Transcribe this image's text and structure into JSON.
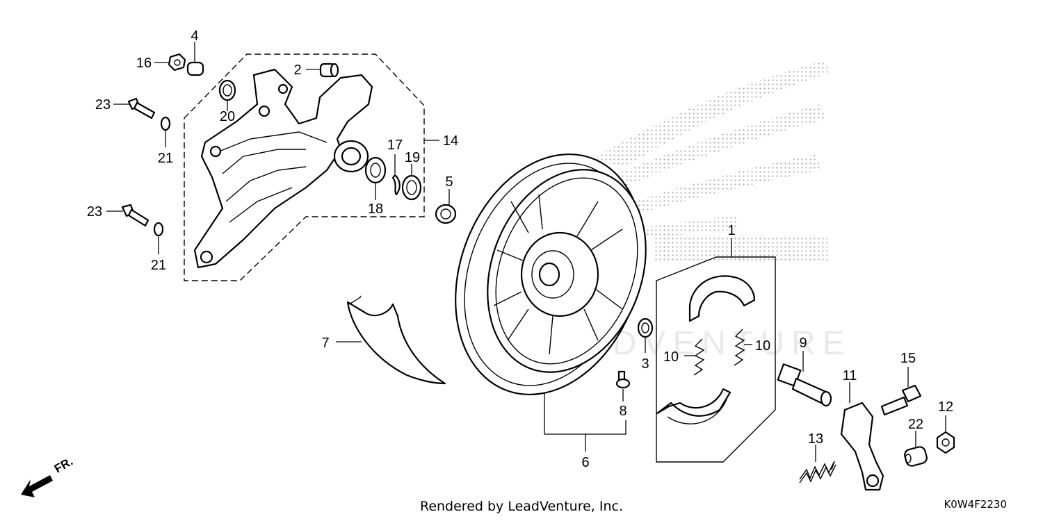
{
  "footer": {
    "rendered_by": "Rendered by LeadVenture, Inc.",
    "diagram_code": "K0W4F2230"
  },
  "direction": {
    "label": "FR."
  },
  "callouts": [
    {
      "id": "c1",
      "text": "1"
    },
    {
      "id": "c2",
      "text": "2"
    },
    {
      "id": "c3",
      "text": "3"
    },
    {
      "id": "c4",
      "text": "4"
    },
    {
      "id": "c5",
      "text": "5"
    },
    {
      "id": "c6",
      "text": "6"
    },
    {
      "id": "c7",
      "text": "7"
    },
    {
      "id": "c8",
      "text": "8"
    },
    {
      "id": "c9",
      "text": "9"
    },
    {
      "id": "c10a",
      "text": "10"
    },
    {
      "id": "c10b",
      "text": "10"
    },
    {
      "id": "c11",
      "text": "11"
    },
    {
      "id": "c12",
      "text": "12"
    },
    {
      "id": "c13",
      "text": "13"
    },
    {
      "id": "c14",
      "text": "14"
    },
    {
      "id": "c15",
      "text": "15"
    },
    {
      "id": "c16",
      "text": "16"
    },
    {
      "id": "c17",
      "text": "17"
    },
    {
      "id": "c18",
      "text": "18"
    },
    {
      "id": "c19",
      "text": "19"
    },
    {
      "id": "c20",
      "text": "20"
    },
    {
      "id": "c21a",
      "text": "21"
    },
    {
      "id": "c21b",
      "text": "21"
    },
    {
      "id": "c22",
      "text": "22"
    },
    {
      "id": "c23a",
      "text": "23"
    },
    {
      "id": "c23b",
      "text": "23"
    }
  ]
}
